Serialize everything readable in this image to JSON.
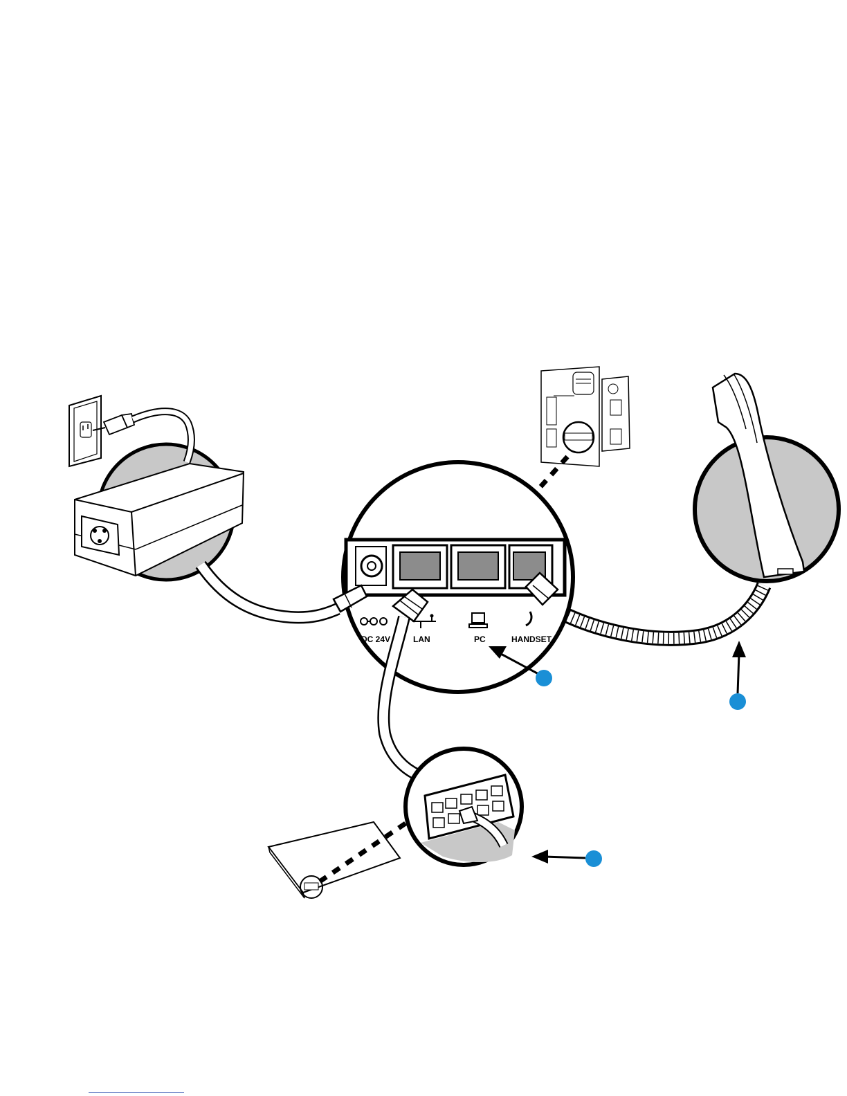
{
  "ports": {
    "dc_label": "DC 24V",
    "lan_label": "LAN",
    "pc_label": "PC",
    "handset_label": "HANDSET"
  },
  "colors": {
    "callout_blue": "#1a8fd6",
    "inset_gray": "#c8c8c8",
    "line_black": "#000000"
  },
  "icons": [
    "wall-outlet-icon",
    "power-adapter-icon",
    "phone-back-icon",
    "handset-icon",
    "network-switch-icon",
    "callout-dot-icon"
  ]
}
